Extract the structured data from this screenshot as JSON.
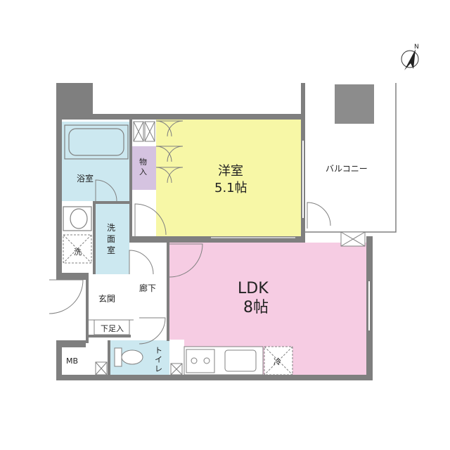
{
  "compass": {
    "letter": "N",
    "icon": "north-arrow-icon"
  },
  "rooms": {
    "western_room": {
      "name": "洋室",
      "size": "5.1帖",
      "color": "#F7F7A6"
    },
    "ldk": {
      "name": "LDK",
      "size": "8帖",
      "color": "#F6CCE3"
    },
    "bath": {
      "name": "浴室",
      "color": "#CCE8F0"
    },
    "washroom": {
      "name": "洗面室",
      "color": "#CCE8F0"
    },
    "toilet": {
      "name": "トイレ",
      "color": "#CCE8F0"
    },
    "closet": {
      "name": "物入",
      "color": "#D5C3E0"
    },
    "entrance": {
      "name": "玄関"
    },
    "hallway": {
      "name": "廊下"
    },
    "shoe_storage": {
      "name": "下足入"
    },
    "meter_box": {
      "name": "MB"
    },
    "balcony": {
      "name": "バルコニー"
    }
  },
  "fixtures": {
    "washer": "洗",
    "fridge": "冷"
  },
  "colors": {
    "wall": "#7F7F7F",
    "line": "#808080",
    "pillar": "#8C8C8C"
  }
}
